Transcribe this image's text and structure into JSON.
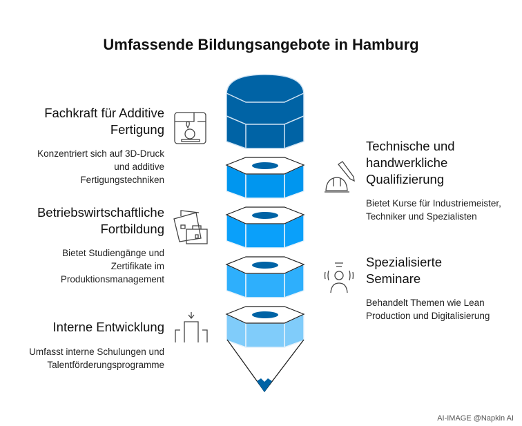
{
  "title": "Umfassende Bildungsangebote in Hamburg",
  "items": [
    {
      "title": "Fachkraft für Additive Fertigung",
      "desc": "Konzentriert sich auf 3D-Druck und additive Fertigungstechniken",
      "icon": "3d-printer-icon"
    },
    {
      "title": "Technische und handwerkliche Qualifizierung",
      "desc": "Bietet Kurse für Industriemeister, Techniker und Spezialisten",
      "icon": "hardhat-pencil-icon"
    },
    {
      "title": "Betriebswirtschaftliche Fortbildung",
      "desc": "Bietet Studiengänge und Zertifikate im Produktionsmanagement",
      "icon": "briefcase-documents-icon"
    },
    {
      "title": "Spezialisierte Seminare",
      "desc": "Behandelt Themen wie Lean Production und Digitalisierung",
      "icon": "speaker-person-icon"
    },
    {
      "title": "Interne Entwicklung",
      "desc": "Umfasst interne Schulungen und Talentförderungsprogramme",
      "icon": "internal-development-icon"
    }
  ],
  "colors": {
    "top": "#0063a5",
    "l1": "#0096ef",
    "l2": "#0aa0fa",
    "l3": "#2eaffc",
    "l4": "#80ccfa"
  },
  "footer": "AI-IMAGE  @Napkin AI"
}
